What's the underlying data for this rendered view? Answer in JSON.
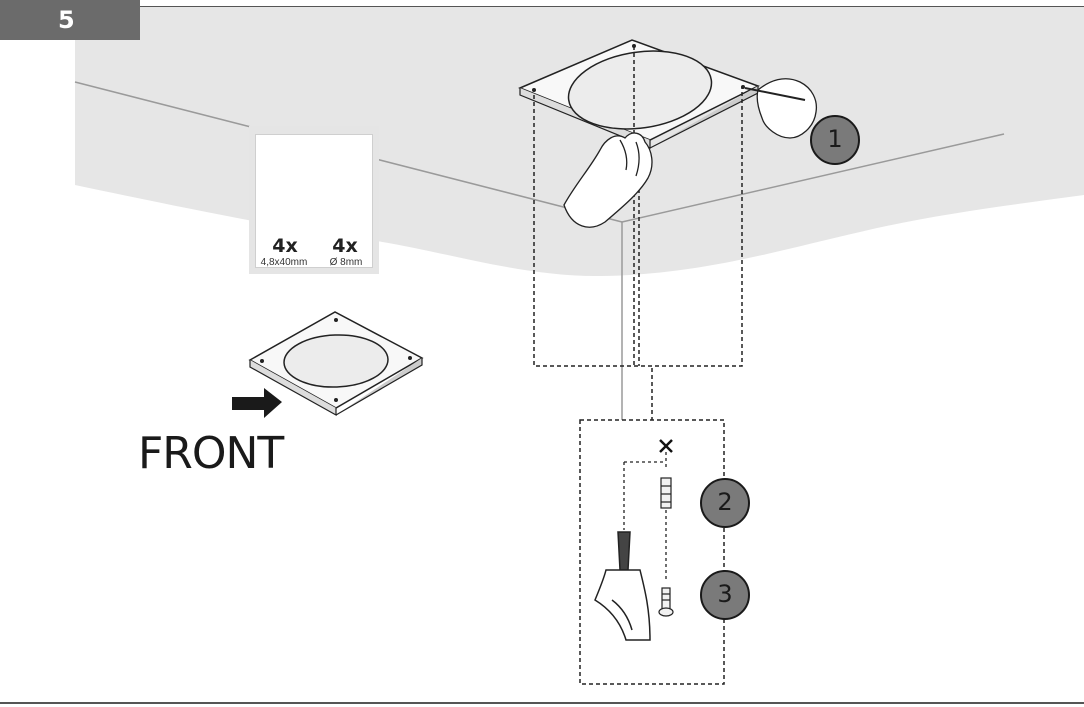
{
  "step": {
    "number": "5"
  },
  "hardware": {
    "screw": {
      "qty": "4x",
      "spec": "4,8x40mm"
    },
    "anchor": {
      "qty": "4x",
      "spec": "Ø 8mm"
    }
  },
  "orientation": {
    "label": "FRONT"
  },
  "callouts": [
    "1",
    "2",
    "3"
  ],
  "colors": {
    "ceiling": "#e6e6e6",
    "badge": "#7a7a7a",
    "tab": "#6b6b6b",
    "line": "#1a1a1a"
  }
}
